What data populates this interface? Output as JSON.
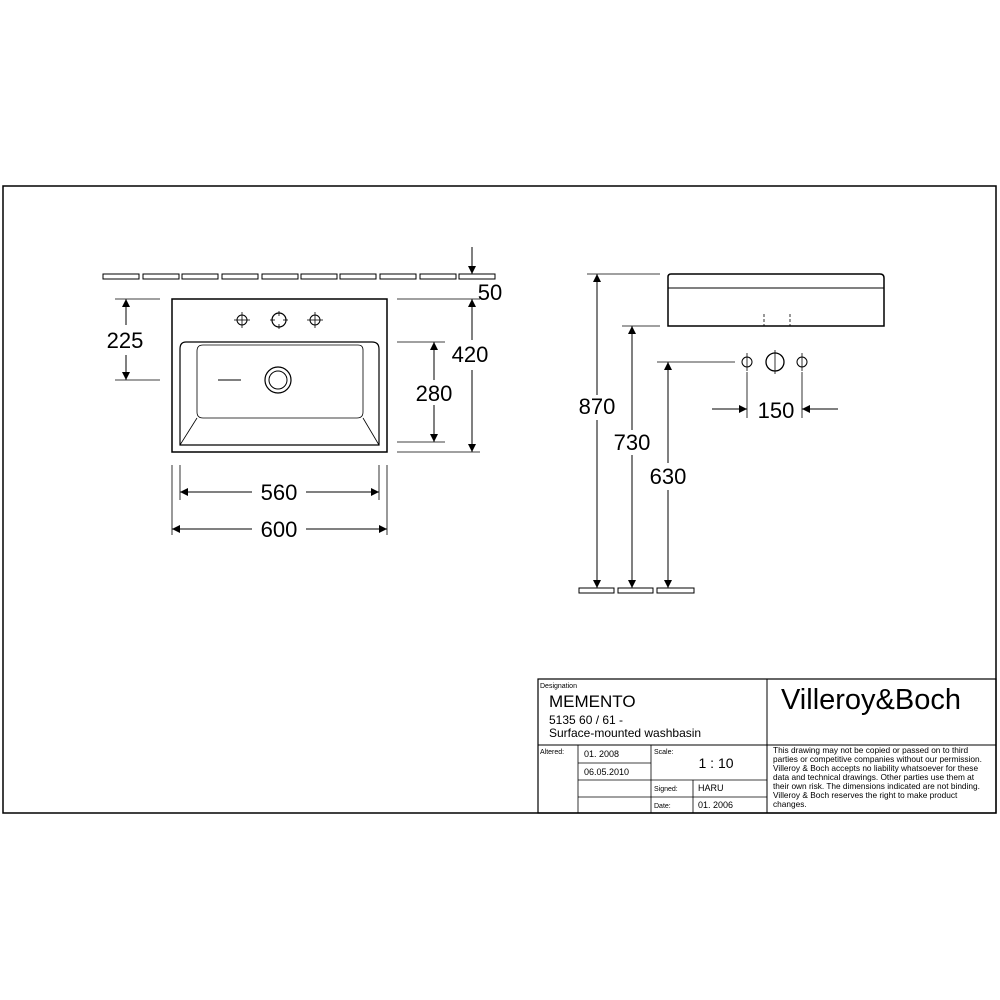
{
  "dimensions": {
    "top_width_outer": "600",
    "top_width_inner": "560",
    "top_depth": "420",
    "bowl_depth": "280",
    "tap_offset": "225",
    "wall_gap": "50",
    "height_total": "870",
    "height_rim": "730",
    "height_tap": "630",
    "tap_spacing": "150"
  },
  "title_block": {
    "designation_label": "Designation",
    "product_name": "MEMENTO",
    "product_code": "5135 60 / 61 -",
    "product_desc": "Surface-mounted washbasin",
    "brand": "Villeroy&Boch",
    "altered_label": "Altered:",
    "altered_1": "01. 2008",
    "altered_2": "06.05.2010",
    "scale_label": "Scale:",
    "scale_value": "1 : 10",
    "signed_label": "Signed:",
    "signed_value": "HARU",
    "date_label": "Date:",
    "date_value": "01. 2006",
    "disclaimer_lines": [
      "This drawing may not be copied or passed on to third",
      "parties or competitive companies without our permission.",
      "Villeroy & Boch accepts no liability whatsoever for these",
      "data and technical drawings. Other parties use them at",
      "their own risk. The dimensions indicated are not binding.",
      "Villeroy & Boch reserves the right to make product",
      "changes."
    ]
  }
}
